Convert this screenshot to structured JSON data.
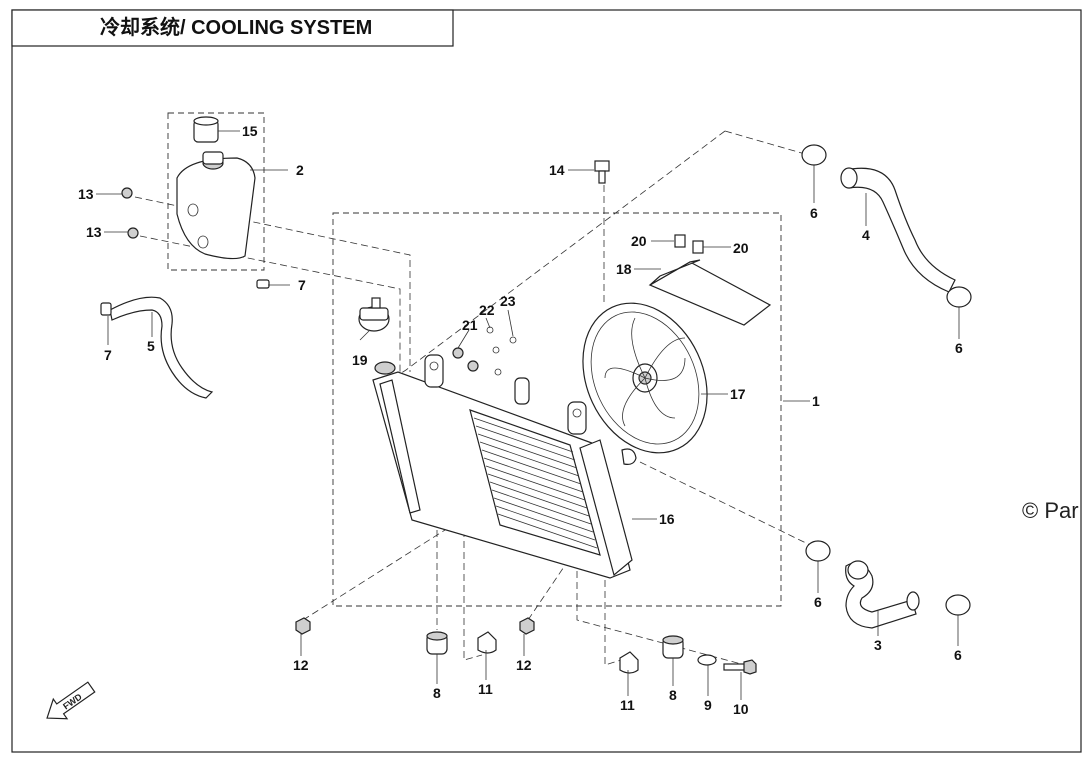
{
  "title": "冷却系统/ COOLING SYSTEM",
  "watermark": "© Par",
  "forward_marker": "FWD",
  "callouts": {
    "c1": "1",
    "c2": "2",
    "c3": "3",
    "c4": "4",
    "c5": "5",
    "c6a": "6",
    "c6b": "6",
    "c6c": "6",
    "c6d": "6",
    "c7a": "7",
    "c7b": "7",
    "c8a": "8",
    "c8b": "8",
    "c9": "9",
    "c10": "10",
    "c11a": "11",
    "c11b": "11",
    "c12a": "12",
    "c12b": "12",
    "c13a": "13",
    "c13b": "13",
    "c14": "14",
    "c15": "15",
    "c16": "16",
    "c17": "17",
    "c18": "18",
    "c19": "19",
    "c20a": "20",
    "c20b": "20",
    "c21": "21",
    "c22": "22",
    "c23": "23"
  }
}
